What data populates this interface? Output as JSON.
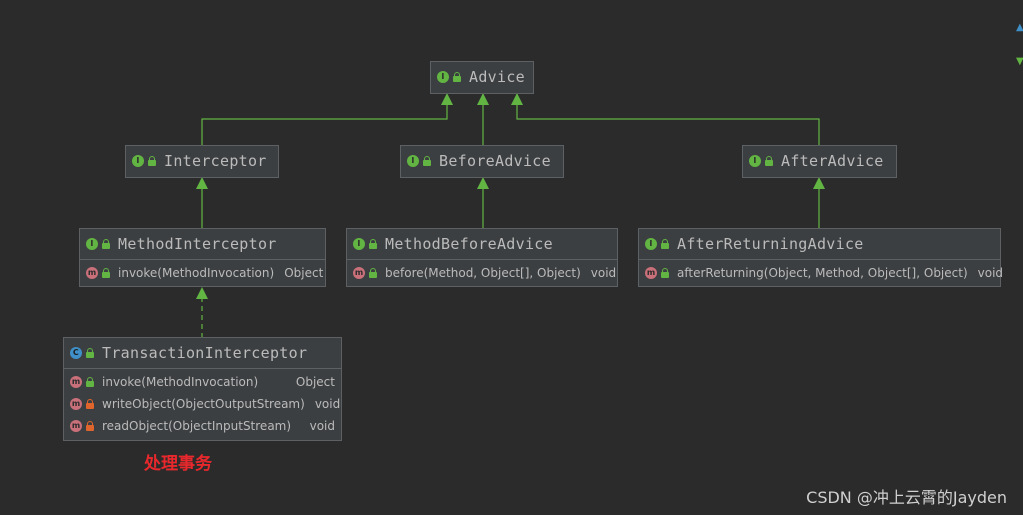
{
  "nodes": {
    "advice": {
      "name": "Advice",
      "kind": "I"
    },
    "interceptor": {
      "name": "Interceptor",
      "kind": "I"
    },
    "before_advice": {
      "name": "BeforeAdvice",
      "kind": "I"
    },
    "after_advice": {
      "name": "AfterAdvice",
      "kind": "I"
    },
    "method_interceptor": {
      "name": "MethodInterceptor",
      "kind": "I",
      "methods": [
        {
          "sig": "invoke(MethodInvocation)",
          "ret": "Object"
        }
      ]
    },
    "method_before_advice": {
      "name": "MethodBeforeAdvice",
      "kind": "I",
      "methods": [
        {
          "sig": "before(Method, Object[], Object)",
          "ret": "void"
        }
      ]
    },
    "after_returning_advice": {
      "name": "AfterReturningAdvice",
      "kind": "I",
      "methods": [
        {
          "sig": "afterReturning(Object, Method, Object[], Object)",
          "ret": "void"
        }
      ]
    },
    "transaction_interceptor": {
      "name": "TransactionInterceptor",
      "kind": "C",
      "methods": [
        {
          "sig": "invoke(MethodInvocation)",
          "ret": "Object"
        },
        {
          "sig": "writeObject(ObjectOutputStream)",
          "ret": "void"
        },
        {
          "sig": "readObject(ObjectInputStream)",
          "ret": "void"
        }
      ]
    }
  },
  "method_kind": "m",
  "annotation": "处理事务",
  "watermark": "CSDN @冲上云霄的Jayden",
  "colors": {
    "background": "#2b2b2b",
    "node_bg": "#3c3f41",
    "edge": "#62b543",
    "annotation": "#e8282c"
  },
  "icons": {
    "interface": "interface-icon",
    "class": "class-icon",
    "method": "method-icon",
    "public": "public-lock-icon",
    "private": "private-lock-icon"
  }
}
